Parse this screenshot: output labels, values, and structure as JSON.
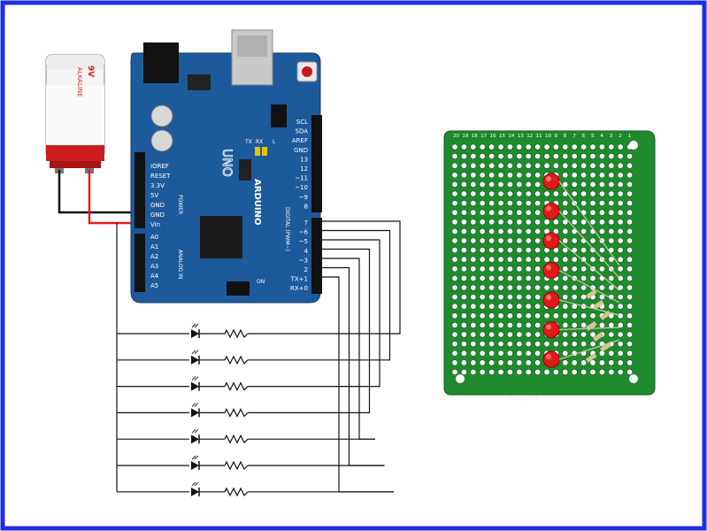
{
  "battery": {
    "voltage": "9V",
    "type": "ALKALINE"
  },
  "arduino": {
    "brand": "ARDUINO",
    "model": "UNO",
    "reset_button_label": "",
    "power_header_title": "POWER",
    "power_pins": [
      "IOREF",
      "RESET",
      "3.3V",
      "5V",
      "GND",
      "GND",
      "Vin"
    ],
    "analog_header_title": "ANALOG IN",
    "analog_pins": [
      "A0",
      "A1",
      "A2",
      "A3",
      "A4",
      "A5"
    ],
    "digital_header_title": "DIGITAL (PWM~)",
    "digital_top_pins": [
      "SCL",
      "SDA",
      "AREF",
      "GND",
      "13",
      "12",
      "~11",
      "~10",
      "~9",
      "8"
    ],
    "digital_bottom_pins": [
      "7",
      "~6",
      "~5",
      "4",
      "~3",
      "2",
      "TX+1",
      "RX+0"
    ],
    "tx_label": "TX",
    "rx_label": "RX",
    "l_label": "L",
    "on_label": "ON"
  },
  "circuit": {
    "led_count": 7,
    "wired_pins": [
      "7",
      "6",
      "5",
      "4",
      "3",
      "2",
      "1"
    ]
  },
  "protoboard": {
    "column_numbers": [
      "20",
      "19",
      "18",
      "17",
      "16",
      "15",
      "14",
      "13",
      "12",
      "11",
      "10",
      "9",
      "8",
      "7",
      "6",
      "5",
      "4",
      "3",
      "2",
      "1"
    ],
    "brand_label": "Frentaly R3",
    "led_count": 7
  },
  "colors": {
    "frame": "#1f2ee0",
    "arduino_board": "#1d5a9c",
    "protoboard": "#1f8a2e",
    "led_red": "#e01a1a",
    "wire_red": "#e02020",
    "wire_black": "#111111"
  }
}
